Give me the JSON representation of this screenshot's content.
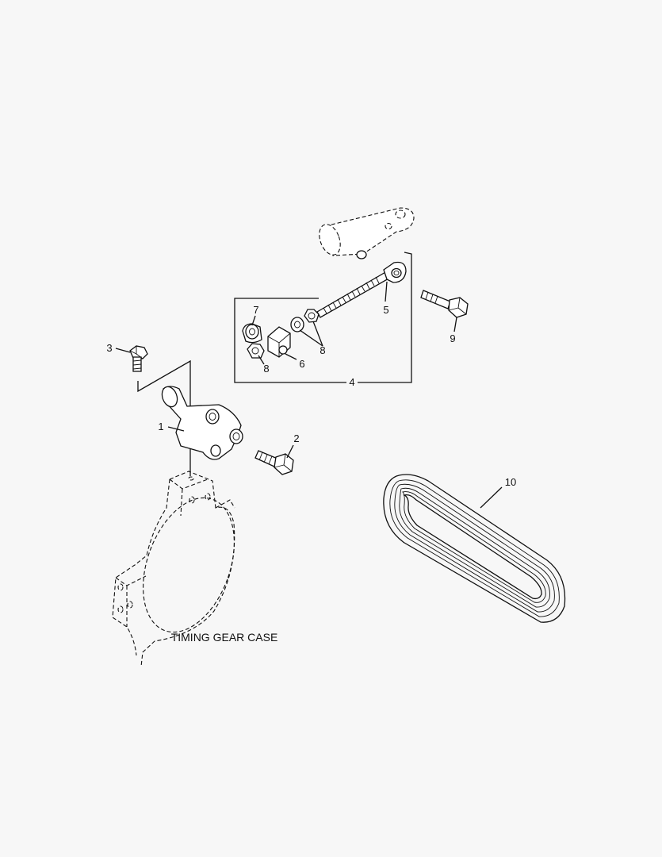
{
  "callouts": {
    "c1": "1",
    "c2": "2",
    "c3": "3",
    "c4": "4",
    "c5": "5",
    "c6": "6",
    "c7": "7",
    "c8a": "8",
    "c8b": "8",
    "c9": "9",
    "c10": "10"
  },
  "caption": "TIMING GEAR CASE"
}
